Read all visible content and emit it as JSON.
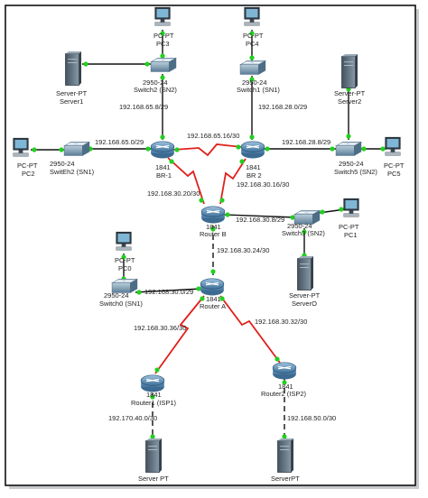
{
  "colors": {
    "ethernet": "#111111",
    "serial": "#e0201a",
    "port_up": "#22d01f",
    "router_body": "#4f7fa8",
    "switch_body": "#5d7f9a",
    "server_body": "#5b6d7d",
    "pc_screen": "#7fb6d6",
    "frame_shadow": "#9aa0a6"
  },
  "devices": {
    "pc3": {
      "type": "PC-PT",
      "name": "PC3"
    },
    "pc4": {
      "type": "PC-PT",
      "name": "PC4"
    },
    "server1": {
      "type": "Server-PT",
      "name": "Server1"
    },
    "server2": {
      "type": "Server-PT",
      "name": "Server2"
    },
    "sw2": {
      "type": "2950-24",
      "name": "Switch2 (SN2)"
    },
    "sw1b": {
      "type": "2950-24",
      "name": "Switch1 (SN1)"
    },
    "pc2": {
      "type": "PC-PT",
      "name": "PC2"
    },
    "pc5": {
      "type": "PC-PT",
      "name": "PC5"
    },
    "swEB2": {
      "type": "2950-24",
      "name": "SwitEh2 (SN1)"
    },
    "sw5": {
      "type": "2950-24",
      "name": "Switch5 (SN2)"
    },
    "br1": {
      "type": "1841",
      "name": "BR-1"
    },
    "br2": {
      "type": "1841",
      "name": "BR 2"
    },
    "routerB": {
      "type": "1841",
      "name": "Router B"
    },
    "sw3": {
      "type": "2950-24",
      "name": "Switch3 (SN2)"
    },
    "pc1": {
      "type": "PC-PT",
      "name": "PC1"
    },
    "pc0": {
      "type": "PC-PT",
      "name": "PC0"
    },
    "serverO": {
      "type": "Server-PT",
      "name": "ServerO"
    },
    "sw0": {
      "type": "2950-24",
      "name": "Switch0 (SN1)"
    },
    "routerA": {
      "type": "1841",
      "name": "Router A"
    },
    "router1": {
      "type": "1841",
      "name": "Router1 (ISP1)"
    },
    "router2": {
      "type": "1841",
      "name": "Router2 (ISP2)"
    },
    "serverP1": {
      "type": "",
      "name": "Server PT"
    },
    "serverPT": {
      "type": "",
      "name": "ServerPT"
    }
  },
  "links": {
    "sw2_br1": "192.168.65.8/29",
    "br1_br2": "192.168.65.16/30",
    "sw1_br2": "192.168.28.0/29",
    "swEB2_br1": "192.168.65.0/29",
    "br2_sw5": "192.168.28.8/29",
    "br1_routerB": "192.168.30.20/30",
    "br2_routerB": "192.168.30.16/30",
    "routerB_sw3": "192.168.30.8/29",
    "routerB_routerA": "192.168.30.24/30",
    "sw0_routerA": "192.168.30.0/29",
    "routerA_router1": "192.168.30.36/30",
    "routerA_router2": "192.168.30.32/30",
    "router1_server": "192.170.40.0/30",
    "router2_server": "192.168.50.0/30"
  }
}
